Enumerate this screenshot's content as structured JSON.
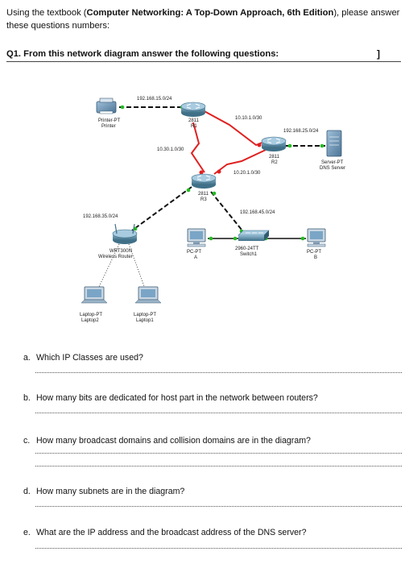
{
  "intro": {
    "line1_prefix": "Using the textbook (",
    "book": "Computer Networking: A Top-Down Approach, 6th Edition",
    "line1_suffix": "), please answer",
    "line2": "these questions numbers:"
  },
  "q1": {
    "title": "Q1. From this network diagram answer the following questions:",
    "bracket": "]"
  },
  "diagram": {
    "networks": {
      "n15": "192.168.15.0/24",
      "n10_10": "10.10.1.0/30",
      "n25": "192.168.25.0/24",
      "n30": "10.30.1.0/30",
      "n20": "10.20.1.0/30",
      "n35": "192.168.35.0/24",
      "n45": "192.168.45.0/24"
    },
    "devices": {
      "printer_type": "Printer-PT",
      "printer_name": "Printer",
      "r1_model": "2811",
      "r1_name": "R1",
      "r2_model": "2811",
      "r2_name": "R2",
      "r3_model": "2811",
      "r3_name": "R3",
      "server_type": "Server-PT",
      "server_name": "DNS Server",
      "wrt_model": "WRT300N",
      "wrt_name": "Wireless Router",
      "pca_type": "PC-PT",
      "pca_name": "A",
      "switch_model": "2960-24TT",
      "switch_name": "Switch1",
      "pcb_type": "PC-PT",
      "pcb_name": "B",
      "lap2_type": "Laptop-PT",
      "lap2_name": "Laptop2",
      "lap1_type": "Laptop-PT",
      "lap1_name": "Laptop1"
    },
    "colors": {
      "serial": "#e02020",
      "link_dot": "#22bb22",
      "router": "#3f7f9c",
      "device": "#6b8fb0"
    }
  },
  "questions": [
    {
      "letter": "a.",
      "text": "Which IP Classes are used?"
    },
    {
      "letter": "b.",
      "text": "How many bits are dedicated for host part in the network between routers?"
    },
    {
      "letter": "c.",
      "text": "How many broadcast domains and collision domains are in the diagram?"
    },
    {
      "letter": "d.",
      "text": "How many subnets are in the diagram?"
    },
    {
      "letter": "e.",
      "text": "What are the IP address and the broadcast address of the DNS server?"
    }
  ]
}
